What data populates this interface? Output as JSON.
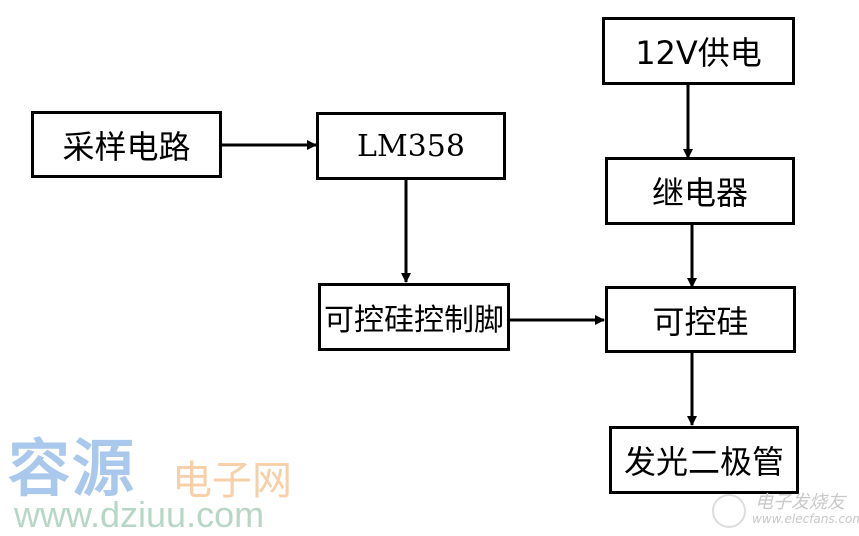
{
  "diagram": {
    "nodes": {
      "sampling_circuit": "采样电路",
      "lm358": "LM358",
      "scr_control_pin": "可控硅控制脚",
      "power_12v": "12V供电",
      "relay": "继电器",
      "scr": "可控硅",
      "led": "发光二极管"
    },
    "edges": [
      {
        "from": "采样电路",
        "to": "LM358"
      },
      {
        "from": "LM358",
        "to": "可控硅控制脚"
      },
      {
        "from": "可控硅控制脚",
        "to": "可控硅"
      },
      {
        "from": "12V供电",
        "to": "继电器"
      },
      {
        "from": "继电器",
        "to": "可控硅"
      },
      {
        "from": "可控硅",
        "to": "发光二极管"
      }
    ]
  },
  "watermarks": {
    "rongyuan_cn": "容源",
    "rongyuan_sub": "电子网",
    "rongyuan_url": "www.dziuu.com",
    "elecfans_cn": "电子发烧友",
    "elecfans_url": "www.elecfans.com"
  }
}
